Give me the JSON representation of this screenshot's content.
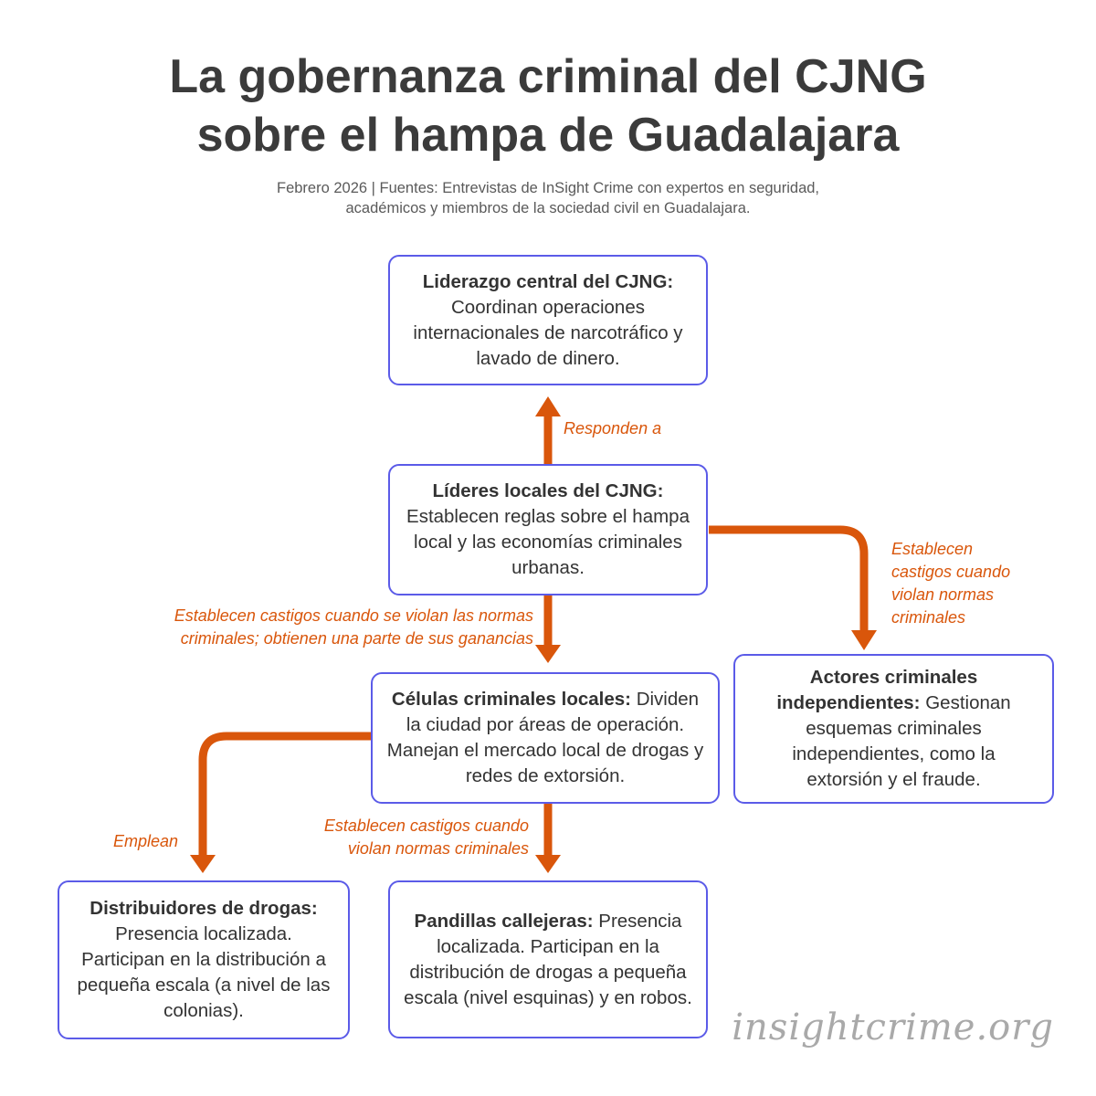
{
  "title": {
    "line1": "La gobernanza criminal del CJNG",
    "line2": "sobre el hampa de Guadalajara"
  },
  "subtitle": {
    "line1": "Febrero 2026 | Fuentes: Entrevistas de InSight Crime con expertos en seguridad,",
    "line2": "académicos y miembros de la sociedad civil en Guadalajara."
  },
  "nodes": {
    "central": {
      "heading": "Liderazgo central del CJNG:",
      "text": "Coordinan operaciones internacionales de narcotráfico y lavado de dinero."
    },
    "local_leaders": {
      "heading": "Líderes locales del CJNG:",
      "text": "Establecen reglas sobre el hampa local y las economías criminales urbanas."
    },
    "cells": {
      "heading": "Células criminales locales:",
      "text": "Dividen la ciudad por áreas de operación. Manejan el mercado local de drogas y redes de extorsión."
    },
    "independent": {
      "heading": "Actores criminales independientes:",
      "text": "Gestionan esquemas criminales independientes, como la extorsión y el fraude."
    },
    "distributors": {
      "heading": "Distribuidores de drogas:",
      "text": "Presencia localizada. Participan en la distribución a pequeña escala (a nivel de las colonias)."
    },
    "gangs": {
      "heading": "Pandillas callejeras:",
      "text": "Presencia localizada. Participan en la distribución de drogas a pequeña escala (nivel esquinas) y en robos."
    }
  },
  "edges": {
    "respond": "Responden a",
    "punish_share": {
      "line1": "Establecen castigos cuando se violan las normas",
      "line2": "criminales; obtienen una parte de sus ganancias"
    },
    "punish_independent": {
      "line1": "Establecen",
      "line2": "castigos cuando",
      "line3": "violan normas",
      "line4": "criminales"
    },
    "employ": "Emplean",
    "punish_gangs": {
      "line1": "Establecen castigos cuando",
      "line2": "violan normas criminales"
    }
  },
  "watermark": "insightcrime.org",
  "colors": {
    "box_border": "#5b5be8",
    "arrow": "#d9560b",
    "title": "#3b3b3b",
    "watermark": "#a9a9a9"
  }
}
